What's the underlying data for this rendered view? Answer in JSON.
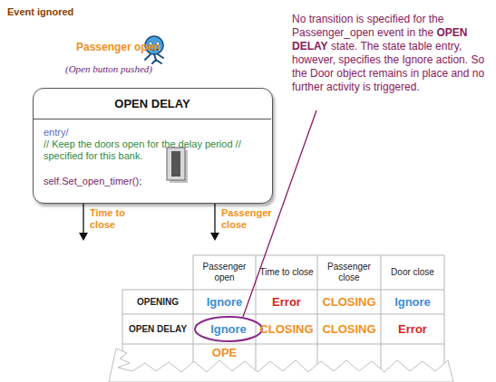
{
  "diagram": {
    "nodes": [
      {
        "text": [
          "OPEN DELAY",
          "entry/",
          "// Keep the doors open for the delay period // specified for this bank.",
          "self.Set_open_timer();"
        ]
      },
      {
        "text": [
          "Ignore"
        ]
      }
    ],
    "labels": [
      "Event ignored",
      "Passenger open",
      "(Open button pushed)",
      "Time to close",
      "Passenger close",
      "No transition is specified for the Passenger_open event in the",
      "OPEN DELAY",
      "state.  The state table entry, however, specifies the Ignore action.  So the Door object remains in place and no further activity is triggered.",
      "Passenger open",
      "Time to close",
      "Passenger close",
      "Door close",
      "OPENING",
      "Ignore",
      "Error",
      "CLOSING",
      "Ignore",
      "OPEN DELAY",
      "CLOSING",
      "CLOSING",
      "Error",
      "OPE"
    ]
  }
}
